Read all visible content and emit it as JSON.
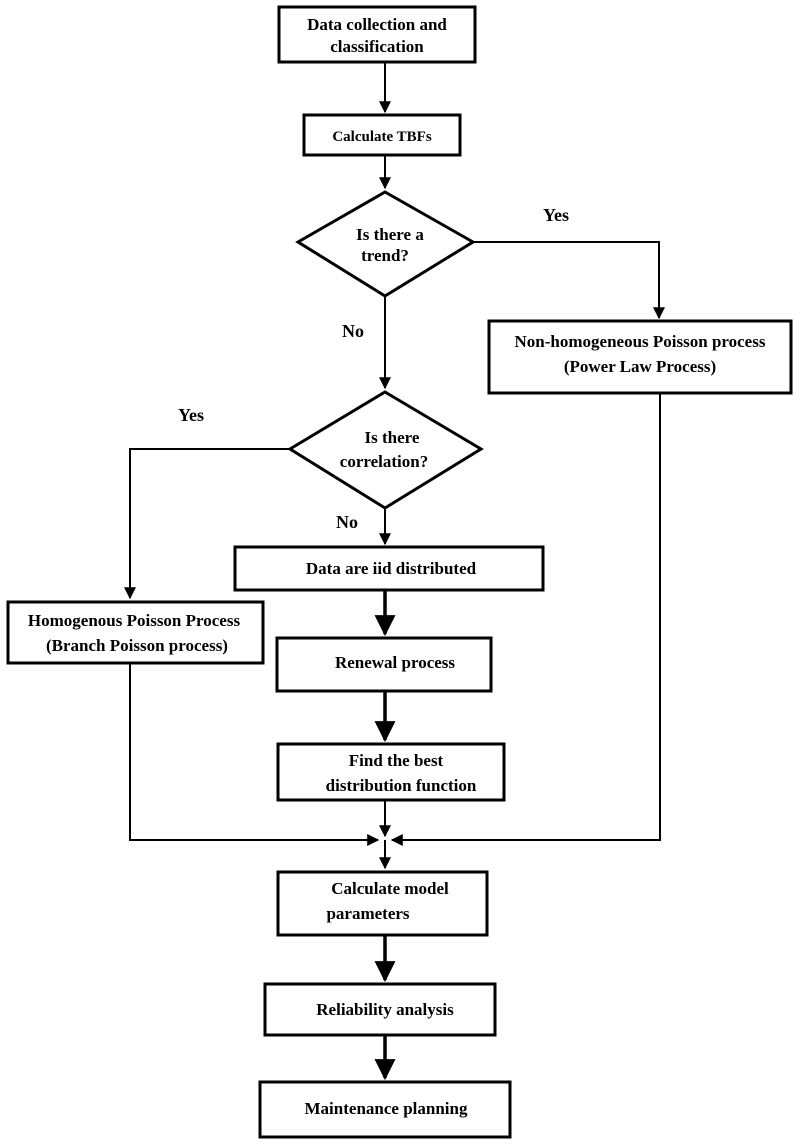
{
  "nodes": {
    "data_collection": {
      "line1": "Data collection and",
      "line2": "classification"
    },
    "calculate_tbfs": {
      "text": "Calculate TBFs"
    },
    "trend_decision": {
      "line1": "Is there a",
      "line2": "trend?"
    },
    "nhpp": {
      "line1": "Non-homogeneous Poisson process",
      "line2": "(Power Law Process)"
    },
    "correlation_decision": {
      "line1": "Is there",
      "line2": "correlation?"
    },
    "iid": {
      "text": "Data are iid distributed"
    },
    "hpp": {
      "line1": "Homogenous Poisson Process",
      "line2": "(Branch Poisson process)"
    },
    "renewal": {
      "text": "Renewal process"
    },
    "best_distribution": {
      "line1": "Find the best",
      "line2": "distribution function"
    },
    "model_parameters": {
      "line1": "Calculate model",
      "line2": "parameters"
    },
    "reliability": {
      "text": "Reliability analysis"
    },
    "maintenance": {
      "text": "Maintenance planning"
    }
  },
  "edges": {
    "trend_yes": "Yes",
    "trend_no": "No",
    "correlation_yes": "Yes",
    "correlation_no": "No"
  }
}
